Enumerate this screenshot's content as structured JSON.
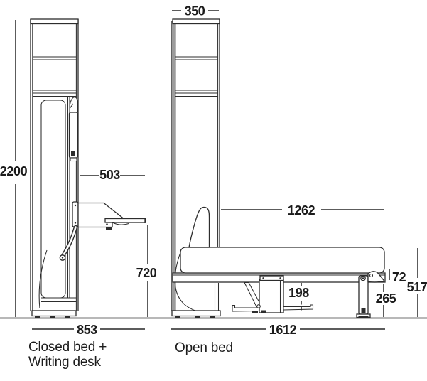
{
  "labels": {
    "closed": [
      "Closed bed +",
      "Writing desk"
    ],
    "open": "Open bed"
  },
  "dimensions": {
    "closed": {
      "total_height": "2200",
      "desk_depth": "503",
      "desk_height": "720",
      "total_depth": "853"
    },
    "open": {
      "cabinet_depth": "350",
      "bed_length": "1262",
      "frame_height": "72",
      "bed_height": "517",
      "desk_clearance": "198",
      "underbed_clearance": "265",
      "total_length": "1612"
    }
  },
  "colors": {
    "line": "#2d2d2d",
    "text": "#1c1c1c",
    "ground": "#a6a6a6",
    "cabinet_side_gray": "#9c9c9c",
    "background": "#ffffff"
  }
}
